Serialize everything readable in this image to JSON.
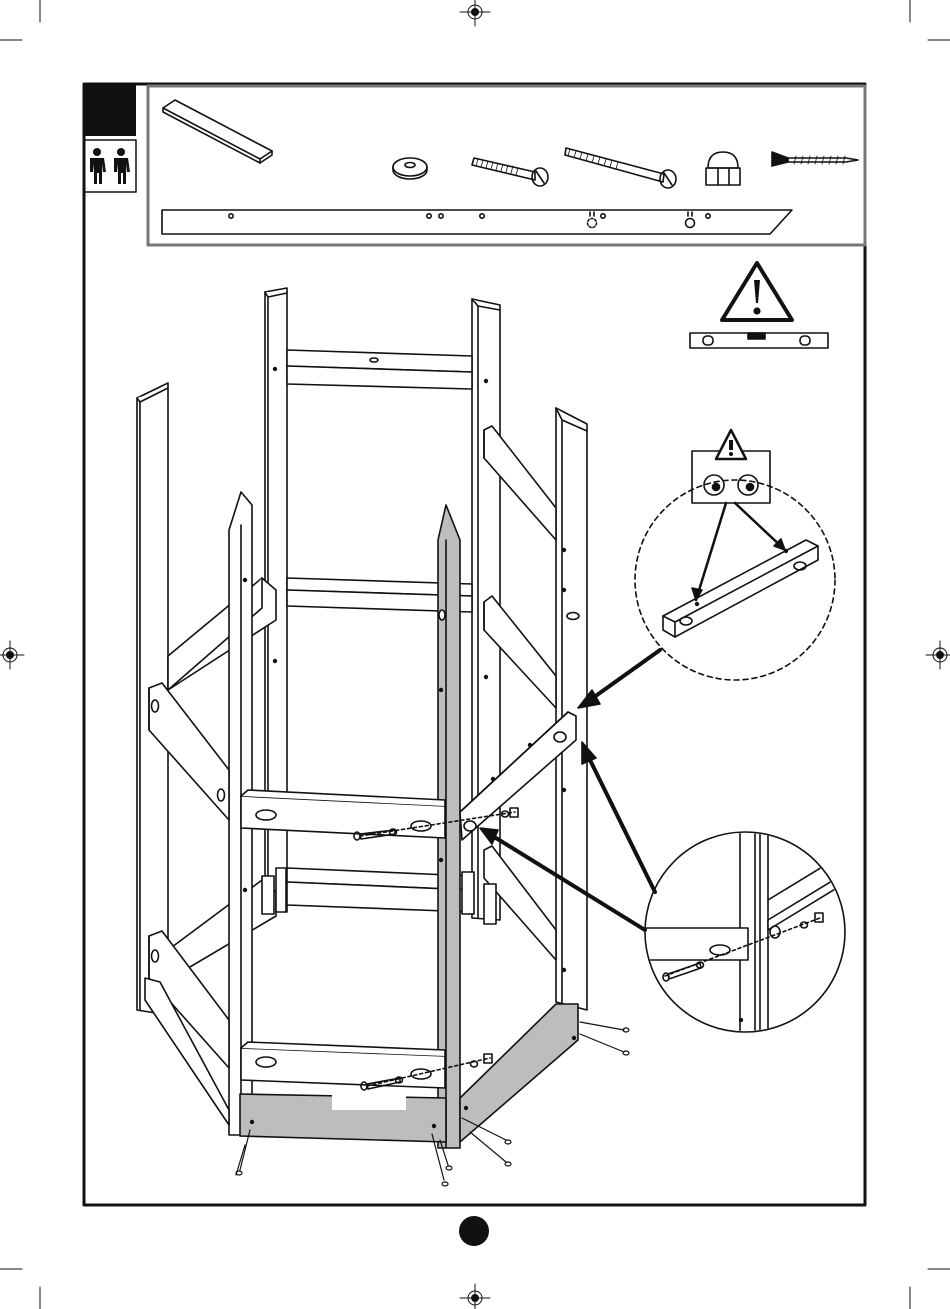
{
  "page": {
    "background": "#ffffff",
    "ink": "#111111",
    "panel_fill": "#aaaaaa",
    "highlight_fill": "#bdbdbd"
  },
  "icons": {
    "people": "two-people-icon",
    "warning": "warning-triangle-icon",
    "level": "spirit-level-icon",
    "eyes": "look-eyes-icon"
  },
  "parts": [
    "beam",
    "washer",
    "bolt-short",
    "bolt-long",
    "cap-nut",
    "screw"
  ]
}
